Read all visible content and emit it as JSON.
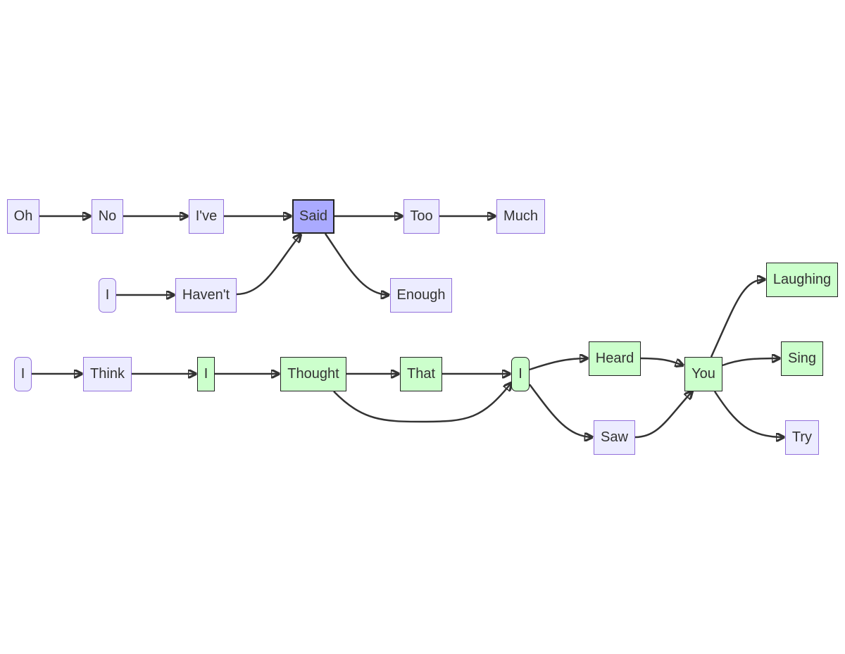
{
  "diagram": {
    "nodes": [
      {
        "id": "oh",
        "label": "Oh",
        "style": "default"
      },
      {
        "id": "no",
        "label": "No",
        "style": "default"
      },
      {
        "id": "ive",
        "label": "I've",
        "style": "default"
      },
      {
        "id": "said",
        "label": "Said",
        "style": "highlight"
      },
      {
        "id": "too",
        "label": "Too",
        "style": "default"
      },
      {
        "id": "much",
        "label": "Much",
        "style": "default"
      },
      {
        "id": "i1",
        "label": "I",
        "style": "default-rounded"
      },
      {
        "id": "havent",
        "label": "Haven't",
        "style": "default"
      },
      {
        "id": "enough",
        "label": "Enough",
        "style": "default"
      },
      {
        "id": "i2",
        "label": "I",
        "style": "default-rounded"
      },
      {
        "id": "think",
        "label": "Think",
        "style": "default"
      },
      {
        "id": "i3",
        "label": "I",
        "style": "green"
      },
      {
        "id": "thought",
        "label": "Thought",
        "style": "green"
      },
      {
        "id": "that",
        "label": "That",
        "style": "green"
      },
      {
        "id": "i4",
        "label": "I",
        "style": "green-rounded"
      },
      {
        "id": "heard",
        "label": "Heard",
        "style": "green"
      },
      {
        "id": "saw",
        "label": "Saw",
        "style": "default"
      },
      {
        "id": "you",
        "label": "You",
        "style": "green"
      },
      {
        "id": "laughing",
        "label": "Laughing",
        "style": "green"
      },
      {
        "id": "sing",
        "label": "Sing",
        "style": "green"
      },
      {
        "id": "try",
        "label": "Try",
        "style": "default"
      }
    ],
    "edges": [
      {
        "from": "oh",
        "to": "no"
      },
      {
        "from": "no",
        "to": "ive"
      },
      {
        "from": "ive",
        "to": "said"
      },
      {
        "from": "said",
        "to": "too"
      },
      {
        "from": "too",
        "to": "much"
      },
      {
        "from": "i1",
        "to": "havent"
      },
      {
        "from": "havent",
        "to": "said"
      },
      {
        "from": "said",
        "to": "enough"
      },
      {
        "from": "i2",
        "to": "think"
      },
      {
        "from": "think",
        "to": "i3"
      },
      {
        "from": "i3",
        "to": "thought"
      },
      {
        "from": "thought",
        "to": "that"
      },
      {
        "from": "that",
        "to": "i4"
      },
      {
        "from": "thought",
        "to": "i4"
      },
      {
        "from": "i4",
        "to": "heard"
      },
      {
        "from": "i4",
        "to": "saw"
      },
      {
        "from": "heard",
        "to": "you"
      },
      {
        "from": "saw",
        "to": "you"
      },
      {
        "from": "you",
        "to": "laughing"
      },
      {
        "from": "you",
        "to": "sing"
      },
      {
        "from": "you",
        "to": "try"
      }
    ]
  },
  "colors": {
    "default_fill": "#ececff",
    "default_border": "#9370db",
    "green_fill": "#ccffcc",
    "green_border": "#222222",
    "highlight_fill": "#aaaaff",
    "edge": "#333333",
    "text": "#333333"
  }
}
